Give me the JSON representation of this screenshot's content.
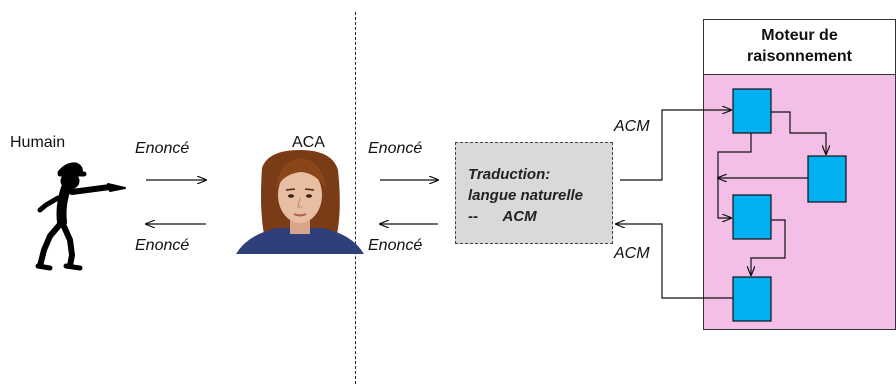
{
  "human": {
    "label": "Humain"
  },
  "aca": {
    "label": "ACA"
  },
  "left_arrows": {
    "top_label": "Enoncé",
    "bottom_label": "Enoncé"
  },
  "mid_arrows": {
    "top_label": "Enoncé",
    "bottom_label": "Enoncé"
  },
  "translation": {
    "line1": "Traduction:",
    "line2": "langue naturelle",
    "line3": "--      ACM"
  },
  "acm_links": {
    "top_label": "ACM",
    "bottom_label": "ACM"
  },
  "engine": {
    "title_line1": "Moteur de",
    "title_line2": "raisonnement",
    "body_color": "#f3bfe6",
    "node_color": "#00b0f0"
  },
  "icons": {
    "human": "pointing-stick-figure-icon",
    "aca": "female-avatar-icon"
  }
}
